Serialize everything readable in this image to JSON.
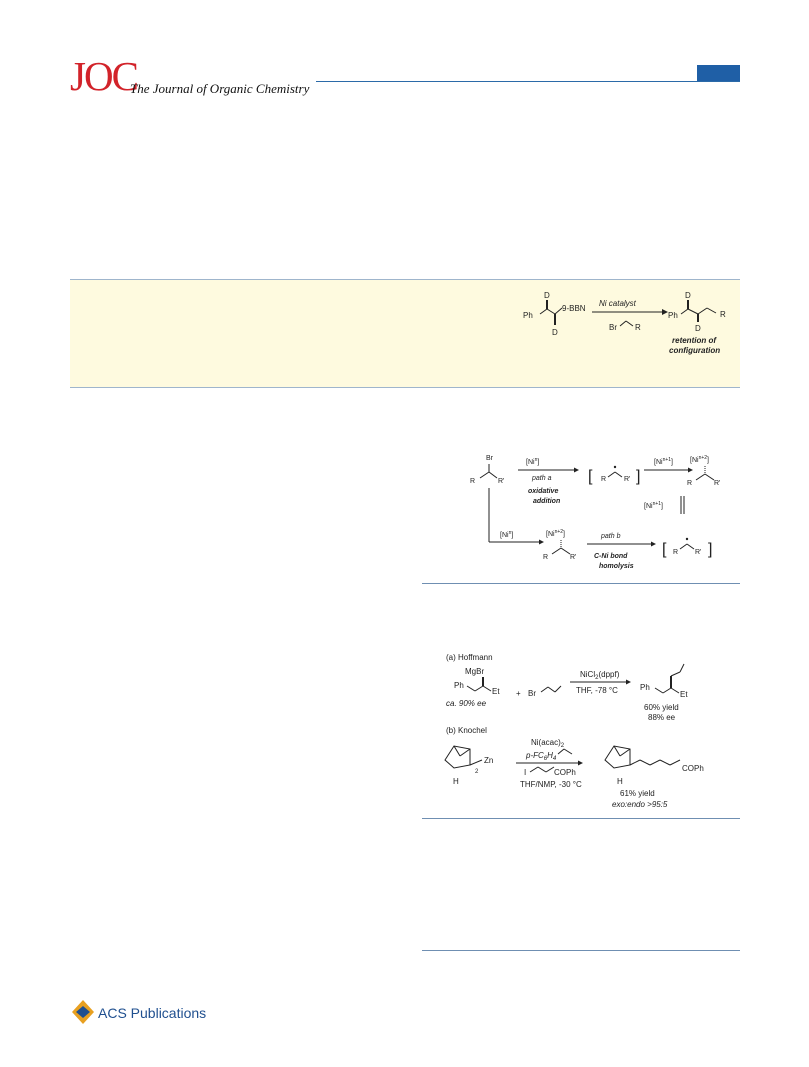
{
  "header": {
    "logo": "JOC",
    "journal_name": "The Journal of Organic Chemistry"
  },
  "abstract_graphic": {
    "reagent": "9-BBN",
    "catalyst": "Ni catalyst",
    "ph": "Ph",
    "d_label": "D",
    "r_label": "R",
    "br_label": "Br",
    "caption_line1": "retention of",
    "caption_line2": "configuration"
  },
  "scheme1": {
    "br": "Br",
    "r": "R",
    "r_prime": "R'",
    "ni0": "[Ni",
    "ni0_sup": "n",
    "ni0_close": "]",
    "path_a": "path a",
    "oxidative": "oxidative",
    "addition": "addition",
    "nin1": "[Ni",
    "nin1_sup": "n+1",
    "nin1_close": "]",
    "nin2": "[Ni",
    "nin2_sup": "n+2",
    "nin2_close": "]",
    "path_b": "path b",
    "cni_bond": "C-Ni bond",
    "homolysis": "homolysis"
  },
  "scheme2": {
    "a_label": "(a) Hoffmann",
    "mgbr": "MgBr",
    "ph": "Ph",
    "et": "Et",
    "ee_start": "ca. 90% ee",
    "plus": "+",
    "br": "Br",
    "catalyst_a": "NiCl",
    "catalyst_a_sub": "2",
    "catalyst_a_rest": "(dppf)",
    "cond_a": "THF, -78 °C",
    "yield_a": "60% yield",
    "ee_a": "88% ee",
    "b_label": "(b) Knochel",
    "catalyst_b": "Ni(acac)",
    "catalyst_b_sub": "2",
    "additive_b": "p-FC",
    "additive_b_sub1": "6",
    "additive_b_h": "H",
    "additive_b_sub2": "4",
    "iodide": "I",
    "coph": "COPh",
    "cond_b": "THF/NMP, -30 °C",
    "zn": "Zn",
    "sub2": "2",
    "h": "H",
    "yield_b": "61% yield",
    "exo_endo": "exo:endo >95:5"
  },
  "footer": {
    "publisher": "ACS Publications"
  },
  "colors": {
    "brand_red": "#d2232a",
    "brand_blue": "#1f5fa6",
    "abstract_bg": "#fefadf"
  }
}
